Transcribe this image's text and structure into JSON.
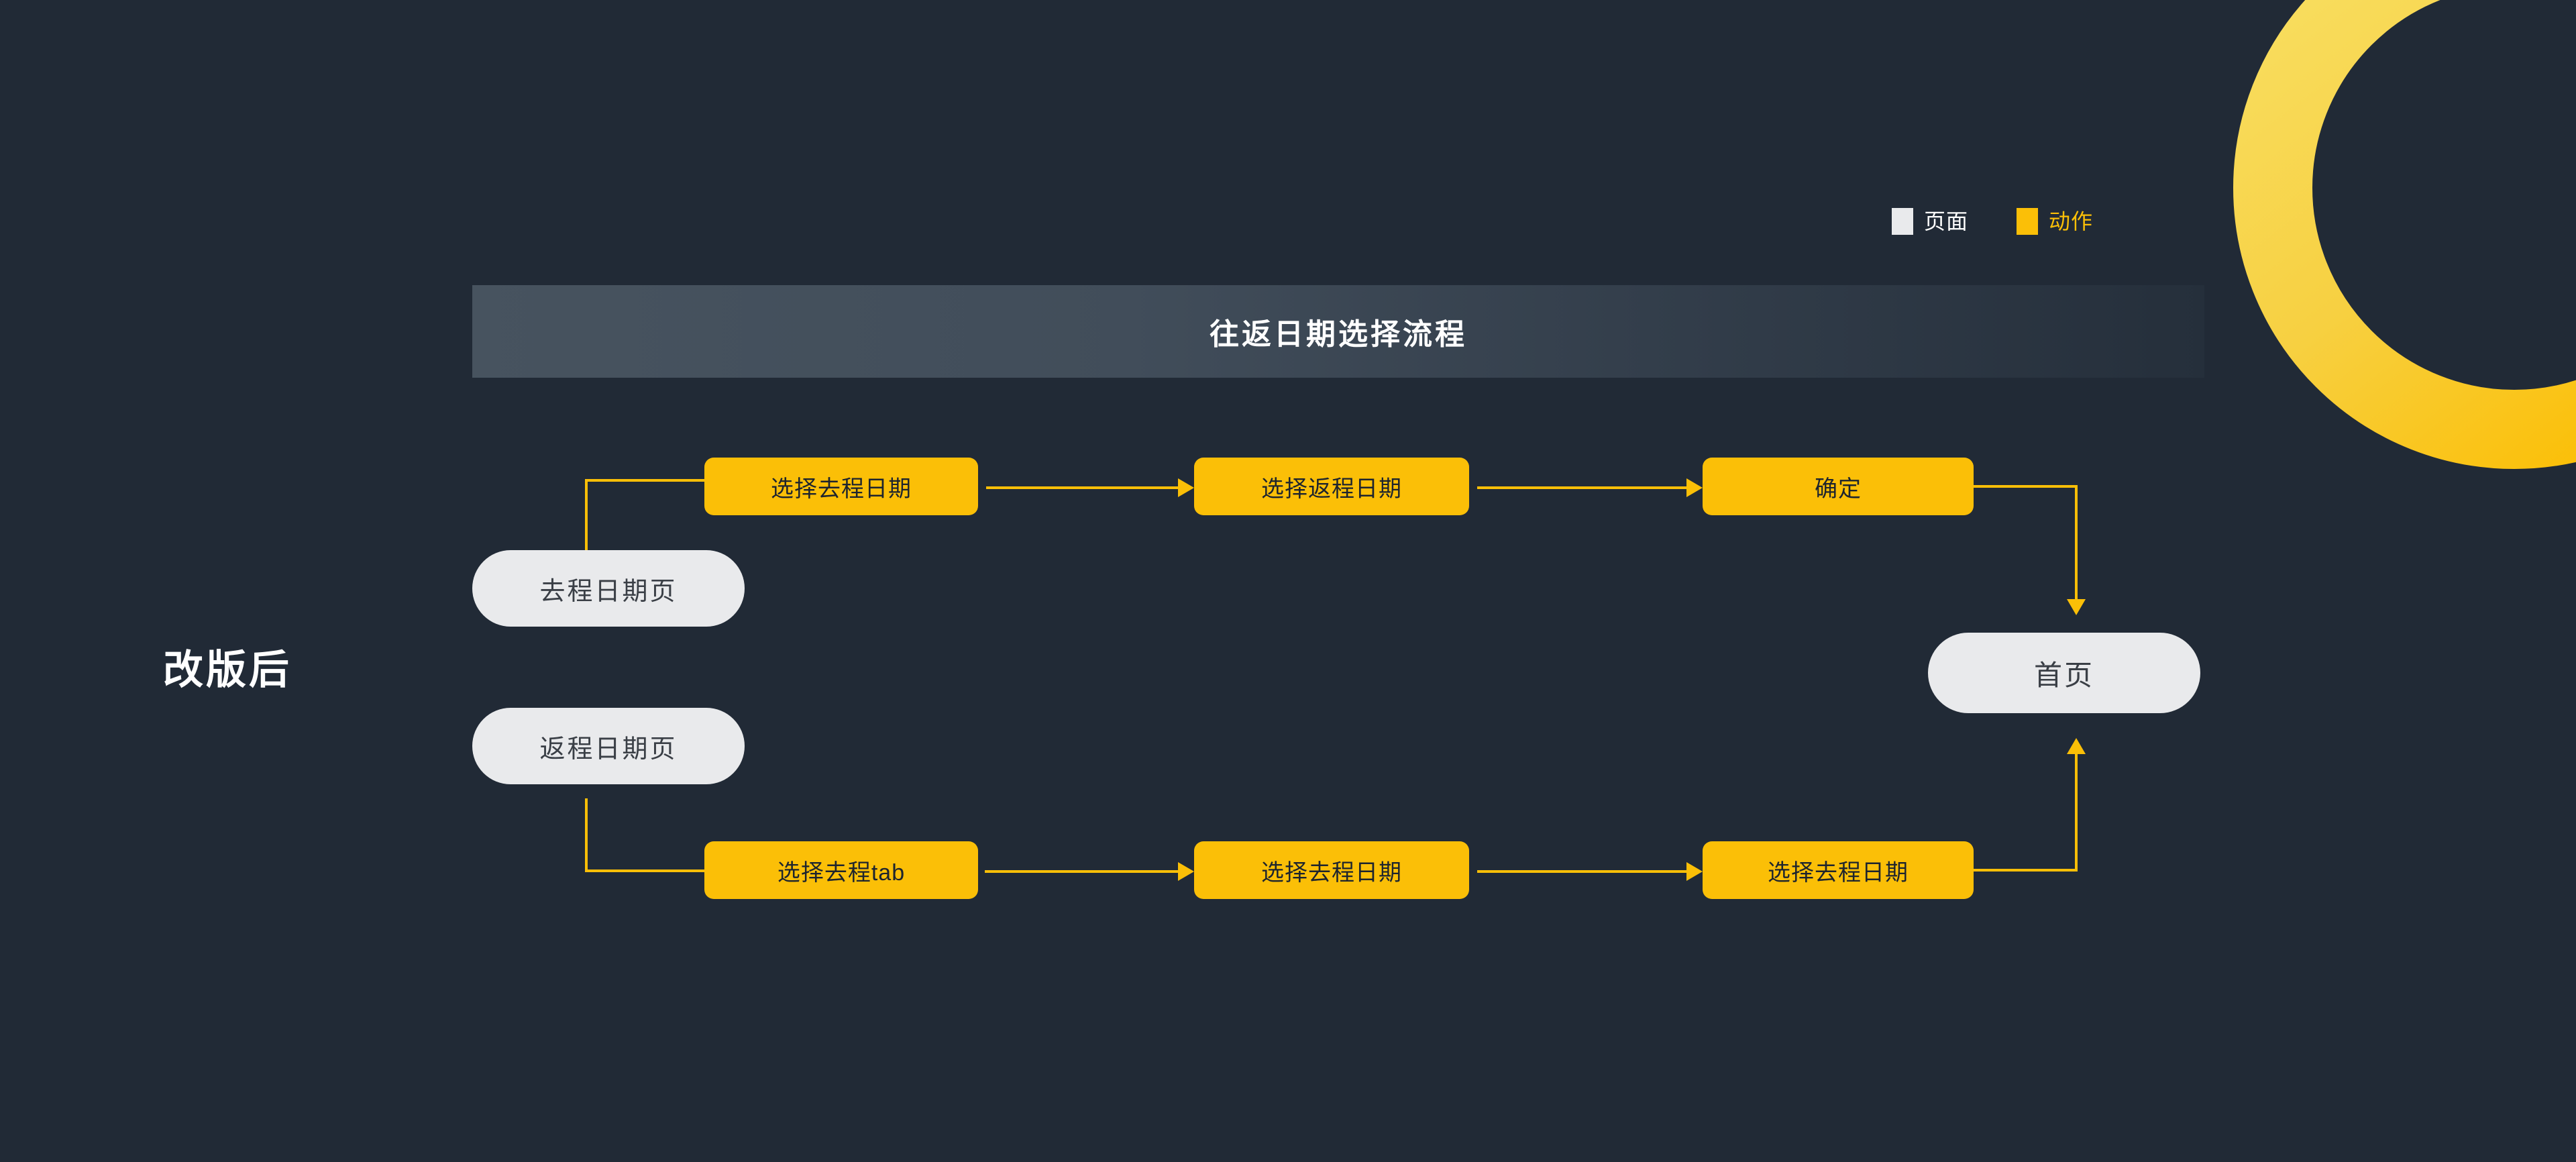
{
  "canvas": {
    "background_color": "#212A36",
    "accent_color": "#FBBF07",
    "page_color": "#E9EAEC"
  },
  "decoration": {
    "ring_name": "yellow-ring-arc",
    "gradient_from": "#F7DC5E",
    "gradient_to": "#FBBF07"
  },
  "legend": {
    "items": [
      {
        "label": "页面",
        "color": "#E9EAEC",
        "swatch_name": "page-swatch"
      },
      {
        "label": "动作",
        "color": "#FBBF07",
        "swatch_name": "action-swatch"
      }
    ]
  },
  "header": {
    "title": "往返日期选择流程"
  },
  "section": {
    "label": "改版后"
  },
  "flow": {
    "nodes": [
      {
        "id": "depart-date-page",
        "kind": "page",
        "label": "去程日期页"
      },
      {
        "id": "return-date-page",
        "kind": "page",
        "label": "返程日期页"
      },
      {
        "id": "home-page",
        "kind": "page",
        "label": "首页"
      },
      {
        "id": "top-select-depart",
        "kind": "action",
        "label": "选择去程日期"
      },
      {
        "id": "top-select-return",
        "kind": "action",
        "label": "选择返程日期"
      },
      {
        "id": "top-confirm",
        "kind": "action",
        "label": "确定"
      },
      {
        "id": "bot-select-tab",
        "kind": "action",
        "label": "选择去程tab"
      },
      {
        "id": "bot-select-date-1",
        "kind": "action",
        "label": "选择去程日期"
      },
      {
        "id": "bot-select-date-2",
        "kind": "action",
        "label": "选择去程日期"
      }
    ]
  }
}
